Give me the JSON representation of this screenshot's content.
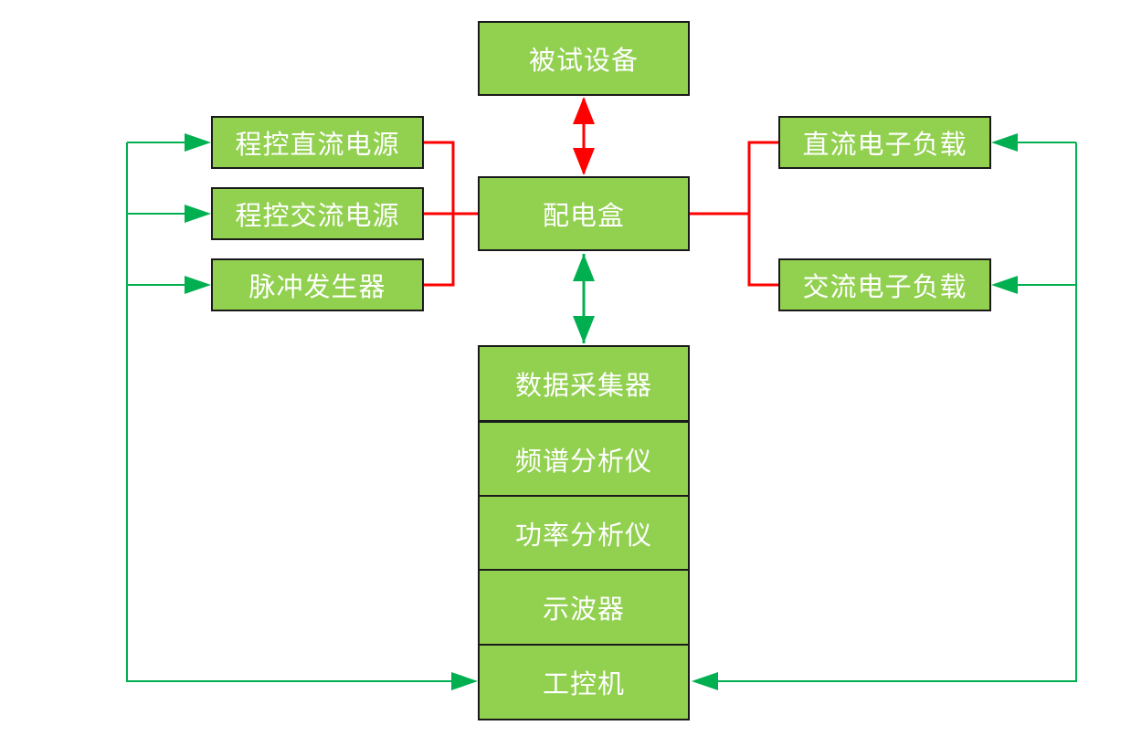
{
  "colors": {
    "box_fill": "#92d050",
    "box_border": "#1a1a1a",
    "box_text": "#ffffff",
    "power_line": "#ff0000",
    "signal_line": "#00b050"
  },
  "nodes": {
    "dut": "被试设备",
    "distribution_box": "配电盒",
    "programmable_dc_source": "程控直流电源",
    "programmable_ac_source": "程控交流电源",
    "pulse_generator": "脉冲发生器",
    "dc_electronic_load": "直流电子负载",
    "ac_electronic_load": "交流电子负载",
    "data_acquisition": "数据采集器",
    "spectrum_analyzer": "频谱分析仪",
    "power_analyzer": "功率分析仪",
    "oscilloscope": "示波器",
    "industrial_pc": "工控机"
  }
}
